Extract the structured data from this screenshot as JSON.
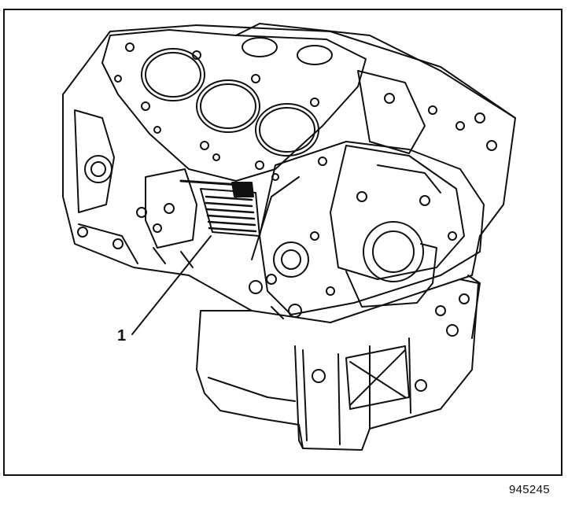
{
  "illustration": {
    "subject": "engine-block",
    "callouts": [
      {
        "label": "1"
      }
    ]
  },
  "figure_number": "945245"
}
